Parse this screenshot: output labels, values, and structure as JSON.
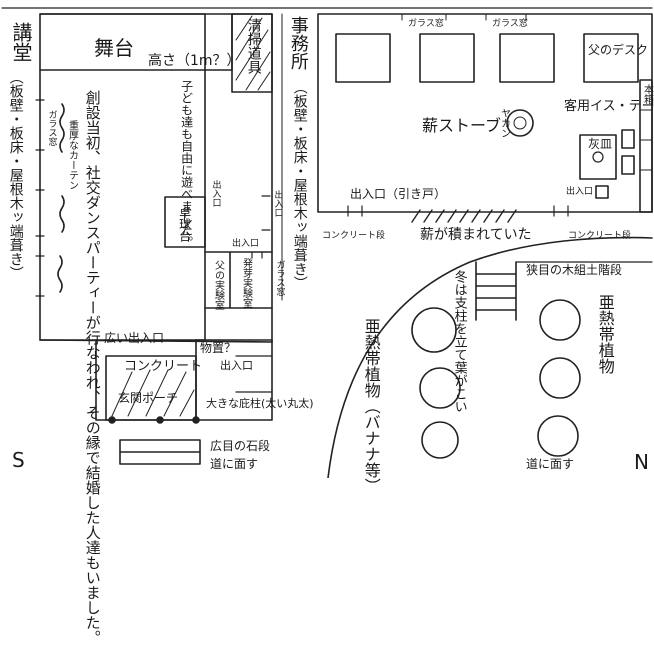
{
  "labels": {
    "lecture_hall": "講堂",
    "lecture_hall_materials": "（板壁・板床・屋根木ッ端葺き）",
    "stage": "舞台",
    "stage_height": "高さ（1m？）",
    "cleaning_tools": "清掃道具",
    "children_played": "子ども達も自由に遊べました。",
    "founding_story": "創設当初、社交ダンスパーティーが行なわれ、その縁で結婚した人達もいました。",
    "heavy_curtain": "重厚なカーテン",
    "glass_window": "ガラス窓",
    "ping_pong": "卓球台",
    "entrance": "出入口",
    "dad_lab": "父の実験室",
    "germination_lab": "発芽実験室",
    "storage": "物置？",
    "wide_entrance": "広い出入口",
    "concrete": "コンクリート",
    "porch": "玄関ポーチ",
    "large_pillar": "大きな庇柱(太い丸太)",
    "stone_steps": "広目の石段",
    "facing_road": "道に面す",
    "office": "事務所",
    "office_materials": "（板壁・板床・屋根木ッ端葺き）",
    "dad_desk": "父のデスク",
    "wood_stove": "薪ストーブ",
    "kettle": "ヤカン",
    "guest_chair_table": "客用イス・テーブル",
    "ashtray": "灰皿",
    "bookshelf": "本箱",
    "office_entrance": "出入口（引き戸）",
    "concrete_step": "コンクリート段",
    "firewood": "薪が積まれていた",
    "narrow_steps": "狭目の木組土階段",
    "winter_note": "冬は支柱を立て葉がこい",
    "tropical_plants_banana": "亜熱帯植物（バナナ等）",
    "tropical_plants": "亜熱帯植物",
    "south": "S",
    "north": "N"
  }
}
